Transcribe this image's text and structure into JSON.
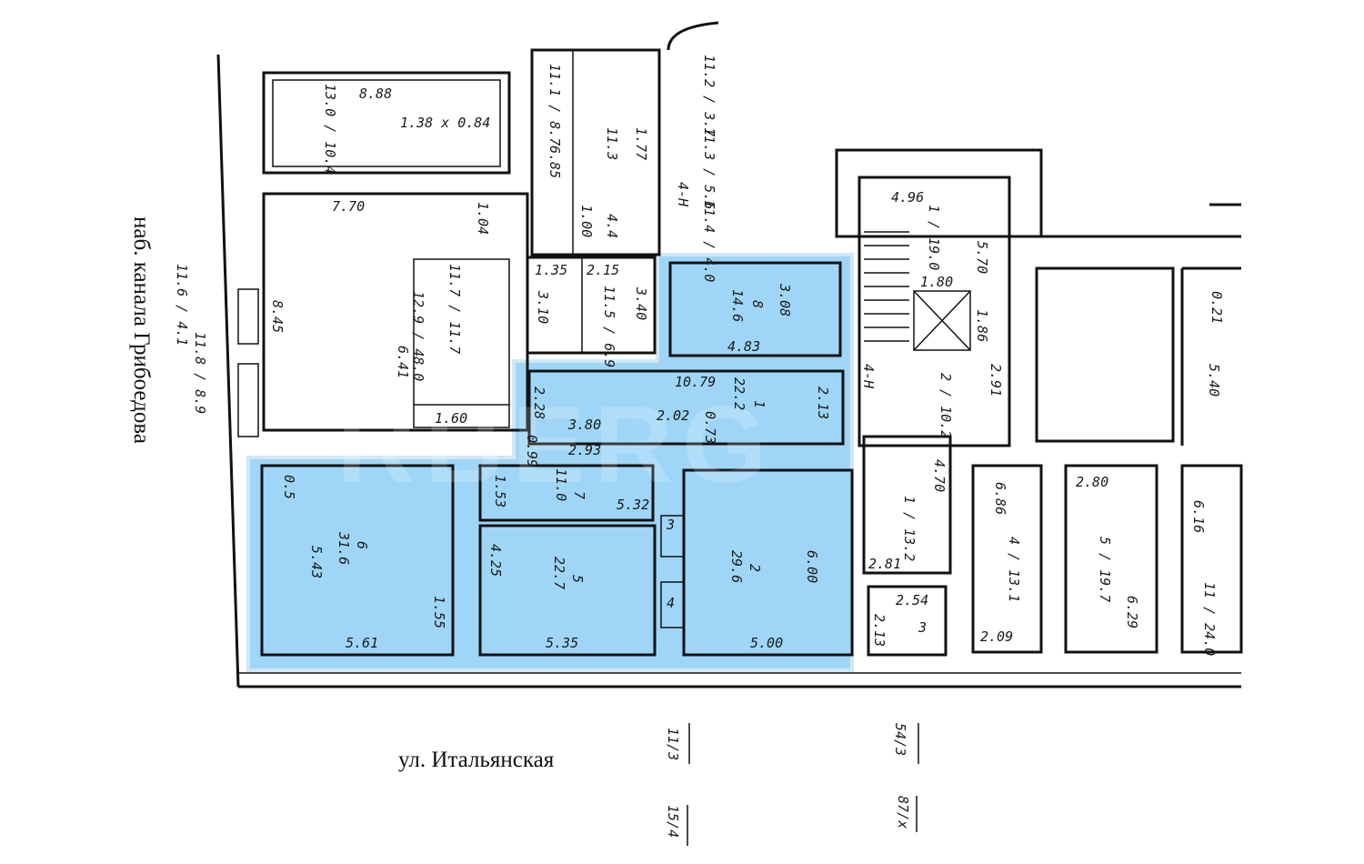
{
  "streets": {
    "embankment": "наб. канала Грибоедова",
    "street": "ул. Итальянская"
  },
  "watermark": "RBERG",
  "highlight_color": "#9fd6f7",
  "highlighted_rooms": [
    {
      "number": "6",
      "area": "31.6",
      "dims": [
        "5.43",
        "5.61",
        "1.55",
        "0.5"
      ]
    },
    {
      "number": "5",
      "area": "22.7",
      "dims": [
        "4.25",
        "5.35"
      ]
    },
    {
      "number": "7",
      "area": "11.0",
      "dims": [
        "1.53",
        "5.32",
        "0.99"
      ]
    },
    {
      "number": "2",
      "area": "29.6",
      "dims": [
        "6.00",
        "5.00"
      ]
    },
    {
      "number": "1",
      "area": "22.2",
      "dims": [
        "10.79",
        "2.13",
        "2.28",
        "3.80",
        "2.93",
        "2.02",
        "0.73"
      ]
    },
    {
      "number": "8",
      "area": "14.6",
      "dims": [
        "3.08",
        "4.83"
      ]
    },
    {
      "number": "3",
      "area": ""
    },
    {
      "number": "4",
      "area": ""
    }
  ],
  "other_labels": [
    "7.70",
    "8.45",
    "12.9 / 48.0",
    "6.41",
    "4.25",
    "11.7 / 11.7",
    "1.60",
    "1.04",
    "1.38 x 0.84",
    "8.88",
    "13.0 / 10.4",
    "1.55",
    "1.35",
    "2.15",
    "3.10",
    "11.6",
    "3.40",
    "11.5 / 6.9",
    "6.85",
    "11.1 / 8.7",
    "1.77",
    "11.3",
    "1.00",
    "4.4",
    "11.2 / 3.7",
    "11.3 / 5.6",
    "11.4 / 4.0",
    "4-Н",
    "4.96",
    "1 / 19.0",
    "5.70",
    "1.80",
    "1.86",
    "2 / 10.2",
    "2.91",
    "4-Н",
    "4.70",
    "1 / 13.2",
    "2.81",
    "2.54",
    "2.13",
    "3",
    "6.86",
    "4 / 13.1",
    "2.09",
    "2.80",
    "5 / 19.7",
    "6.29",
    "5.40",
    "0.21",
    "14.6",
    "6.16",
    "11 / 24.0",
    "11.6 / 4.1",
    "11.8 / 8.9"
  ],
  "street_marks": [
    "11/3",
    "54/3",
    "15/4",
    "87/x"
  ]
}
